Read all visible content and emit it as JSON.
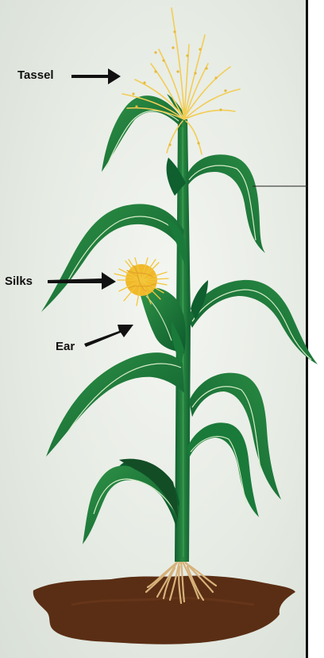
{
  "labels": {
    "tassel": "Tassel",
    "silks": "Silks",
    "ear": "Ear"
  },
  "colors": {
    "leaf_dark": "#0d5a2c",
    "leaf_mid": "#1a7a3a",
    "leaf_light": "#2f9447",
    "tassel": "#f2cd55",
    "silk": "#f3c63a",
    "soil": "#5a2e14",
    "root": "#d7b27a",
    "arrow": "#111111"
  },
  "icons": {
    "arrow": "right-pointing-arrow",
    "plant": "corn-plant-illustration"
  }
}
